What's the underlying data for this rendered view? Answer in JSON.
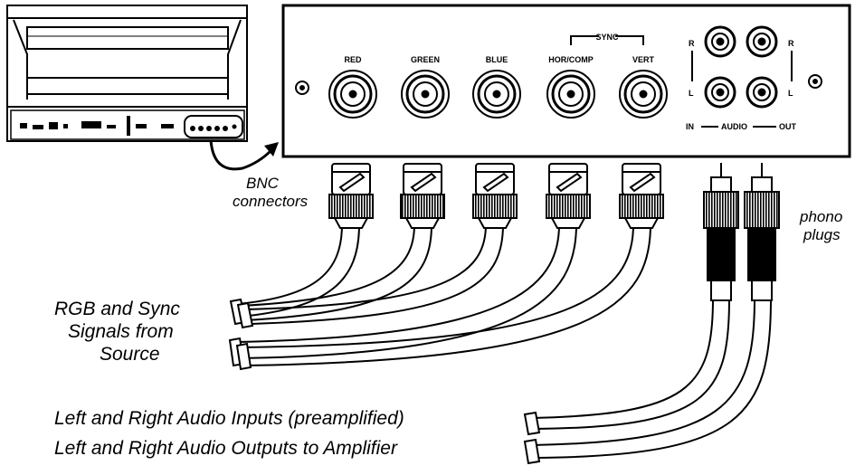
{
  "panel": {
    "jacks": [
      {
        "label": "RED"
      },
      {
        "label": "GREEN"
      },
      {
        "label": "BLUE"
      },
      {
        "label": "HOR/COMP"
      },
      {
        "label": "VERT"
      }
    ],
    "sync_label": "SYNC",
    "audio": {
      "left_r": "R",
      "left_l": "L",
      "right_r": "R",
      "right_l": "L",
      "in_label": "IN",
      "audio_label": "AUDIO",
      "out_label": "OUT"
    }
  },
  "callouts": {
    "bnc_line1": "BNC",
    "bnc_line2": "connectors",
    "phono_line1": "phono",
    "phono_line2": "plugs",
    "rgb_line1": "RGB and Sync",
    "rgb_line2": "Signals from",
    "rgb_line3": "Source",
    "audio_inputs": "Left and Right Audio Inputs (preamplified)",
    "audio_outputs": "Left and Right Audio Outputs to Amplifier"
  },
  "icons": {
    "bnc": "bnc-connector-icon",
    "phono": "phono-plug-icon",
    "device": "projector-rear-icon",
    "arrow": "curved-arrow-icon"
  }
}
